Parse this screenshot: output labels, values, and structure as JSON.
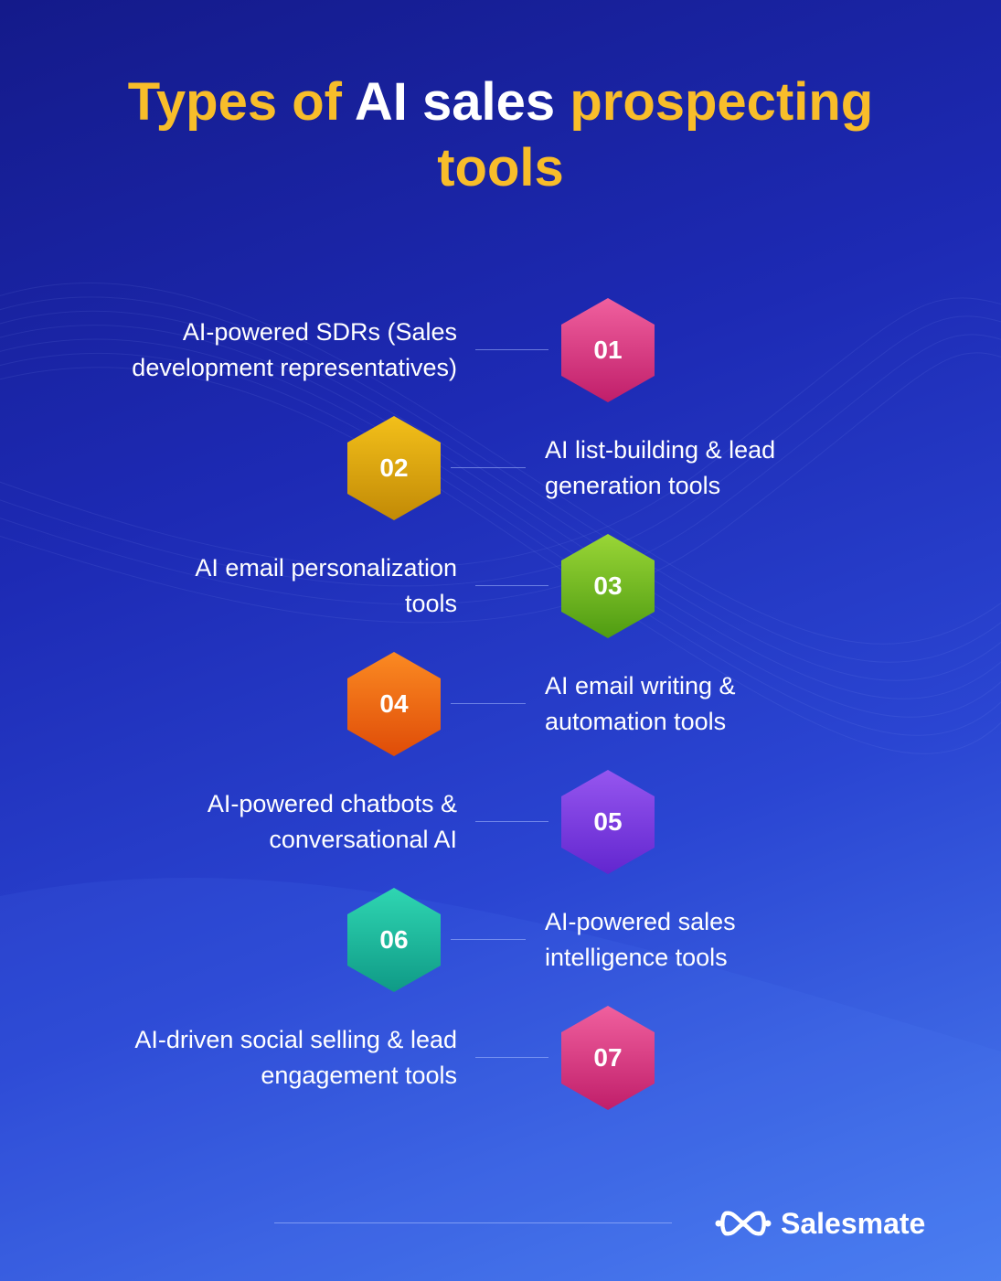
{
  "title": {
    "word_1": "Types of",
    "word_2": "AI sales",
    "word_3": "prospecting",
    "word_4": "tools"
  },
  "colors": {
    "title_accent": "#f8bd2a",
    "title_plain": "#ffffff"
  },
  "items": [
    {
      "number": "01",
      "label_line_1": "AI-powered SDRs (Sales",
      "label_line_2": "development representatives)",
      "side": "left",
      "color_light": "#f0609e",
      "color_dark": "#c01e6a"
    },
    {
      "number": "02",
      "label_line_1": "AI list-building & lead",
      "label_line_2": "generation tools",
      "side": "right",
      "color_light": "#f3c01a",
      "color_dark": "#c28a06"
    },
    {
      "number": "03",
      "label_line_1": "AI email personalization",
      "label_line_2": "tools",
      "side": "left",
      "color_light": "#9ad636",
      "color_dark": "#4f9c12"
    },
    {
      "number": "04",
      "label_line_1": "AI email writing &",
      "label_line_2": "automation tools",
      "side": "right",
      "color_light": "#fb8a22",
      "color_dark": "#df4c08"
    },
    {
      "number": "05",
      "label_line_1": "AI-powered chatbots &",
      "label_line_2": "conversational AI",
      "side": "left",
      "color_light": "#9656ef",
      "color_dark": "#6226cf"
    },
    {
      "number": "06",
      "label_line_1": "AI-powered sales",
      "label_line_2": "intelligence tools",
      "side": "right",
      "color_light": "#2fd6b2",
      "color_dark": "#0f9a86"
    },
    {
      "number": "07",
      "label_line_1": "AI-driven social selling & lead",
      "label_line_2": "engagement tools",
      "side": "left",
      "color_light": "#f0609e",
      "color_dark": "#c01e6a"
    }
  ],
  "brand": {
    "name": "Salesmate",
    "logo_icon": "salesmate-logo-icon"
  }
}
